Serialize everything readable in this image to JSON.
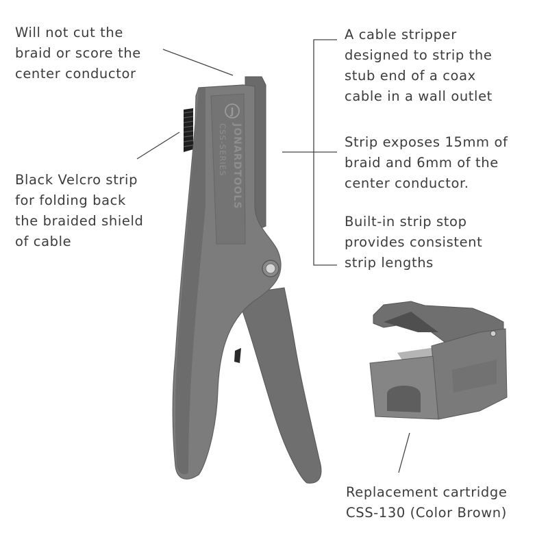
{
  "callouts": {
    "braid": "Will not cut the\nbraid or score the\ncenter conductor",
    "velcro": "Black Velcro strip\nfor folding back\nthe braided shield\nof cable",
    "stripper": "A cable stripper\ndesigned to strip the\nstub end of a coax\ncable  in a wall outlet",
    "exposes": "Strip exposes 15mm of\nbraid and 6mm of the\ncenter conductor.",
    "stop": "Built-in strip stop\nprovides consistent\nstrip lengths",
    "cartridge": "Replacement cartridge\nCSS-130 (Color Brown)"
  },
  "tool": {
    "brand": "JONARDTOOLS",
    "model": "CSS-SERIES",
    "logo_letter": "J",
    "body_color": "#7c7c7c",
    "shadow_color": "#5f5f5f",
    "velcro_color": "#1f1f1f"
  }
}
